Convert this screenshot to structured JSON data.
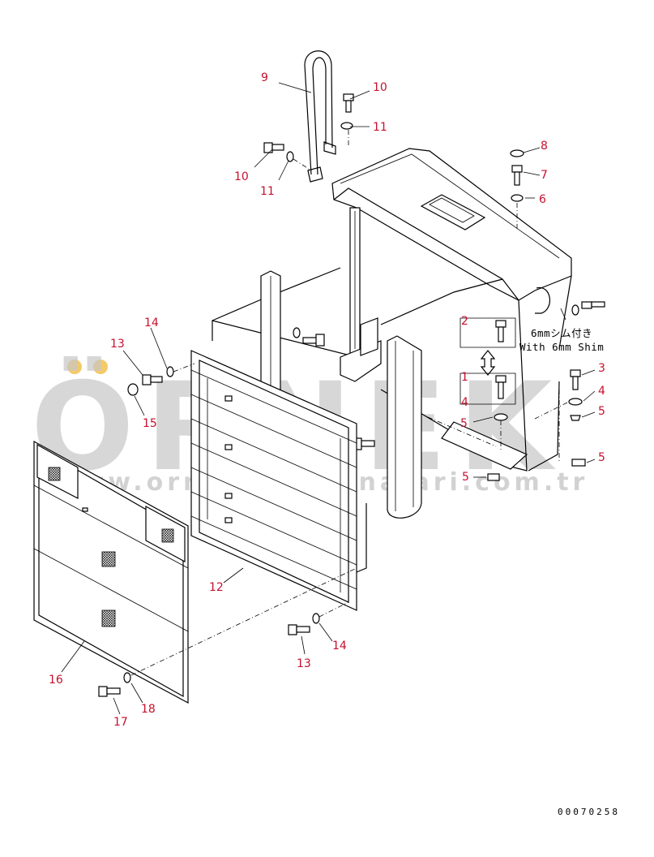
{
  "watermark": {
    "brand": "ÖRNEK",
    "url": "www.ornekismakinalari.com.tr",
    "dot_color": "#f2c14e",
    "text_color": "#c7c7c7"
  },
  "colors": {
    "callout": "#c8102e",
    "line": "#000000"
  },
  "note": {
    "jp": "6mmシム付き",
    "en": "With 6mm Shim"
  },
  "drawing_code": "00070258",
  "callouts": {
    "c9": "9",
    "c10a": "10",
    "c11a": "11",
    "c10b": "10",
    "c11b": "11",
    "c8": "8",
    "c7": "7",
    "c6": "6",
    "c2": "2",
    "c1": "1",
    "c4a": "4",
    "c5a": "5",
    "c5b": "5",
    "c3": "3",
    "c4b": "4",
    "c5c": "5",
    "c5d": "5",
    "c14a": "14",
    "c13a": "13",
    "c15": "15",
    "c12": "12",
    "c16": "16",
    "c13b": "13",
    "c14b": "14",
    "c17": "17",
    "c18": "18"
  }
}
